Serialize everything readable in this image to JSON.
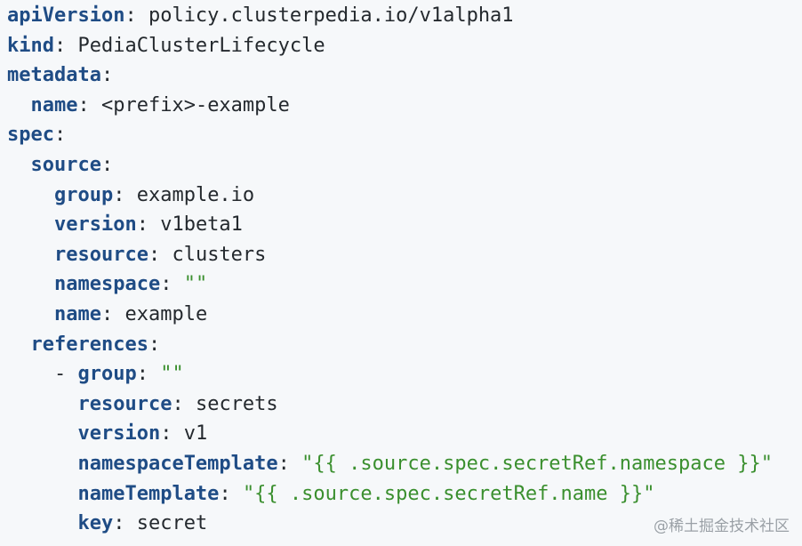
{
  "code": {
    "apiVersion_key": "apiVersion",
    "apiVersion_value": "policy.clusterpedia.io/v1alpha1",
    "kind_key": "kind",
    "kind_value": "PediaClusterLifecycle",
    "metadata_key": "metadata",
    "metadata_name_key": "name",
    "metadata_name_value": "<prefix>-example",
    "spec_key": "spec",
    "source_key": "source",
    "source_group_key": "group",
    "source_group_value": "example.io",
    "source_version_key": "version",
    "source_version_value": "v1beta1",
    "source_resource_key": "resource",
    "source_resource_value": "clusters",
    "source_namespace_key": "namespace",
    "source_namespace_value": "\"\"",
    "source_name_key": "name",
    "source_name_value": "example",
    "references_key": "references",
    "ref_dash": "-",
    "ref_group_key": "group",
    "ref_group_value": "\"\"",
    "ref_resource_key": "resource",
    "ref_resource_value": "secrets",
    "ref_version_key": "version",
    "ref_version_value": "v1",
    "ref_namespaceTemplate_key": "namespaceTemplate",
    "ref_namespaceTemplate_value": "\"{{ .source.spec.secretRef.namespace }}\"",
    "ref_nameTemplate_key": "nameTemplate",
    "ref_nameTemplate_value": "\"{{ .source.spec.secretRef.name }}\"",
    "ref_key_key": "key",
    "ref_key_value": "secret"
  },
  "watermark": "@稀土掘金技术社区",
  "colors": {
    "background": "#f6f8fa",
    "key": "#1f4c85",
    "string": "#3a8f2e",
    "text": "#24292e"
  }
}
